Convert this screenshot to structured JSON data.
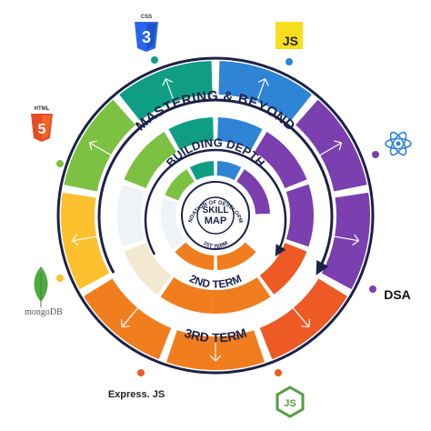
{
  "center": {
    "line1": "SKILL",
    "line2": "MAP"
  },
  "rings": {
    "mastering": "MASTERING & BEYOND",
    "building": "BUILDING DEPTH",
    "foundation": "FOUNDATION OF DEVELOPMENT",
    "term1": "1ST TERM",
    "term2": "2ND TERM",
    "term3": "3RD TERM"
  },
  "logos": {
    "css": "CSS",
    "js": "JS",
    "html": "HTML",
    "mongodb": "mongoDB",
    "dsa": "DSA",
    "express": "Express. JS",
    "node": "JS"
  },
  "colors": {
    "green_dark": "#0f9e83",
    "green_light": "#7cc142",
    "blue": "#2f84d6",
    "purple": "#7b3fb0",
    "yellow": "#fbc02d",
    "orange": "#f07d1e",
    "red_orange": "#ee5a24",
    "navy": "#1c2247"
  }
}
